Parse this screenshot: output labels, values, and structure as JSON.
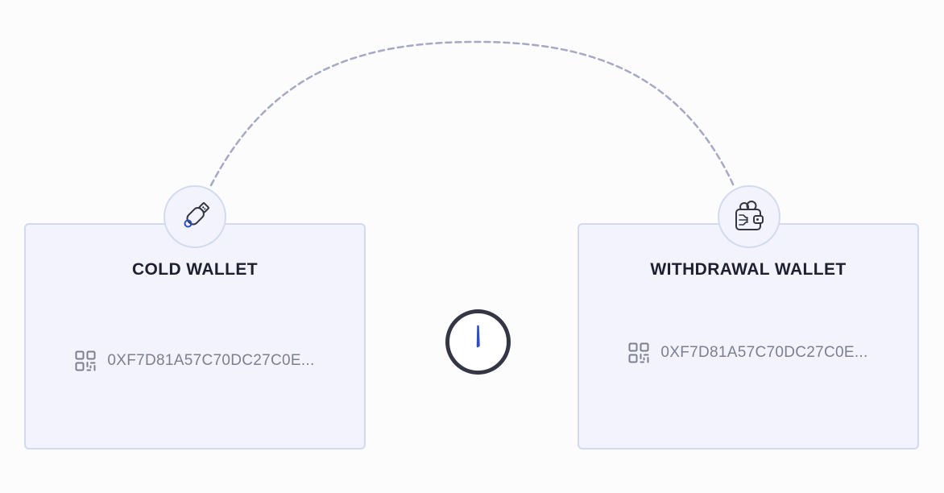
{
  "colors": {
    "card_bg": "#f2f3fc",
    "card_border": "#d3d9ef",
    "title": "#1e2030",
    "address": "#7d7f91",
    "connector": "#a6a8c4",
    "timer_ring": "#343645",
    "timer_hand": "#2d4fc4"
  },
  "cold_wallet": {
    "icon": "usb-drive-icon",
    "title": "COLD WALLET",
    "address_icon": "qr-code-icon",
    "address": "0XF7D81A57C70DC27C0E..."
  },
  "withdrawal_wallet": {
    "icon": "wallet-icon",
    "title": "WITHDRAWAL WALLET",
    "address_icon": "qr-code-icon",
    "address": "0XF7D81A57C70DC27C0E..."
  },
  "connector": {
    "style": "dashed-arc"
  },
  "status_indicator": {
    "icon": "clock-timer-icon"
  }
}
